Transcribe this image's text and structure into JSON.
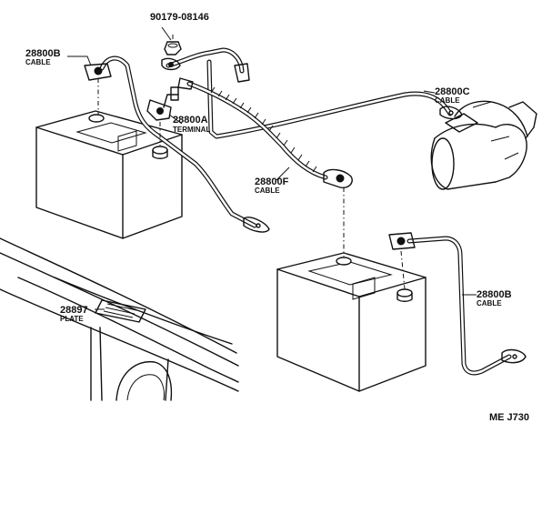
{
  "parts": [
    {
      "id": "nut",
      "number": "90179-08146",
      "desc": ""
    },
    {
      "id": "cable_top_left",
      "number": "28800B",
      "desc": "CABLE"
    },
    {
      "id": "terminal",
      "number": "28800A",
      "desc": "TERMINAL"
    },
    {
      "id": "cable_starter",
      "number": "28800C",
      "desc": "CABLE"
    },
    {
      "id": "cable_coiled",
      "number": "28800F",
      "desc": "CABLE"
    },
    {
      "id": "cable_bottom_right",
      "number": "28800B",
      "desc": "CABLE"
    },
    {
      "id": "plate",
      "number": "28897",
      "desc": "PLATE"
    }
  ],
  "figure_code": "ME J730"
}
